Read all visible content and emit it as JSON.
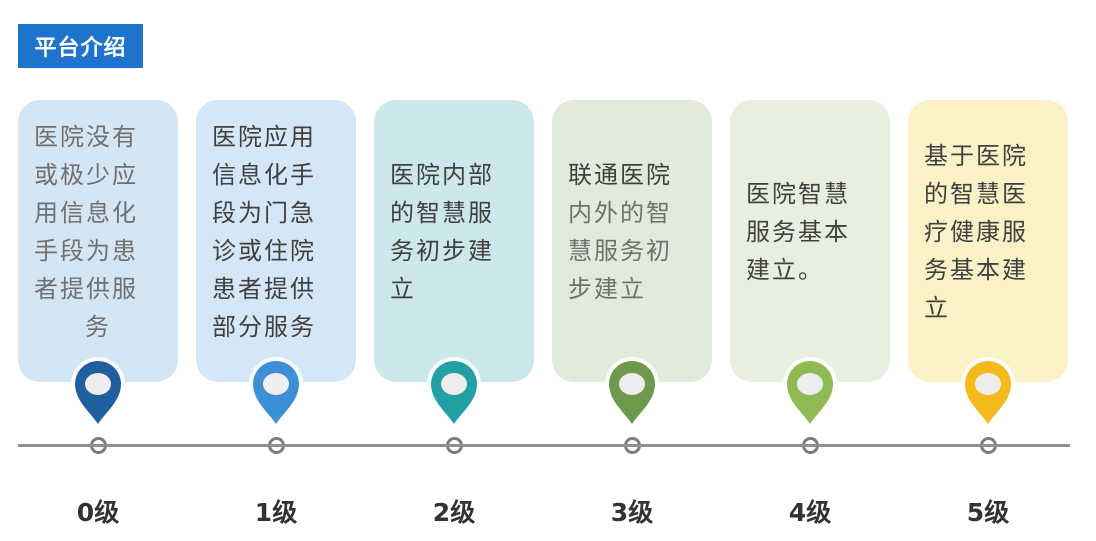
{
  "title": "平台介绍",
  "stages": [
    {
      "level": "0级",
      "lines": [
        "医院没有",
        "或极少应",
        "用信息化",
        "手段为患",
        "者提供服",
        "务"
      ],
      "muted_from": 0,
      "card_color": "#d4e5f4",
      "pin_color": "#1f5f9e"
    },
    {
      "level": "1级",
      "lines": [
        "医院应用",
        "信息化手",
        "段为门急",
        "诊或住院",
        "患者提供",
        "部分服务"
      ],
      "muted_from": 99,
      "card_color": "#d5e7f6",
      "pin_color": "#3d8fd6"
    },
    {
      "level": "2级",
      "lines": [
        "医院内部",
        "的智慧服",
        "务初步建",
        "立"
      ],
      "muted_from": 99,
      "card_color": "#cde8ec",
      "pin_color": "#23a0a6"
    },
    {
      "level": "3级",
      "lines": [
        "联通医院",
        "内外的智",
        "慧服务初",
        "步建立"
      ],
      "muted_from": 1,
      "card_color": "#e2eadb",
      "pin_color": "#6b9a4c"
    },
    {
      "level": "4级",
      "lines": [
        "医院智慧",
        "服务基本",
        "建立。"
      ],
      "muted_from": 99,
      "card_color": "#e9efe0",
      "pin_color": "#92ba54"
    },
    {
      "level": "5级",
      "lines": [
        "基于医院",
        "的智慧医",
        "疗健康服",
        "务基本建",
        "立"
      ],
      "muted_from": 99,
      "card_color": "#fbf1c6",
      "pin_color": "#f2bb1b"
    }
  ]
}
